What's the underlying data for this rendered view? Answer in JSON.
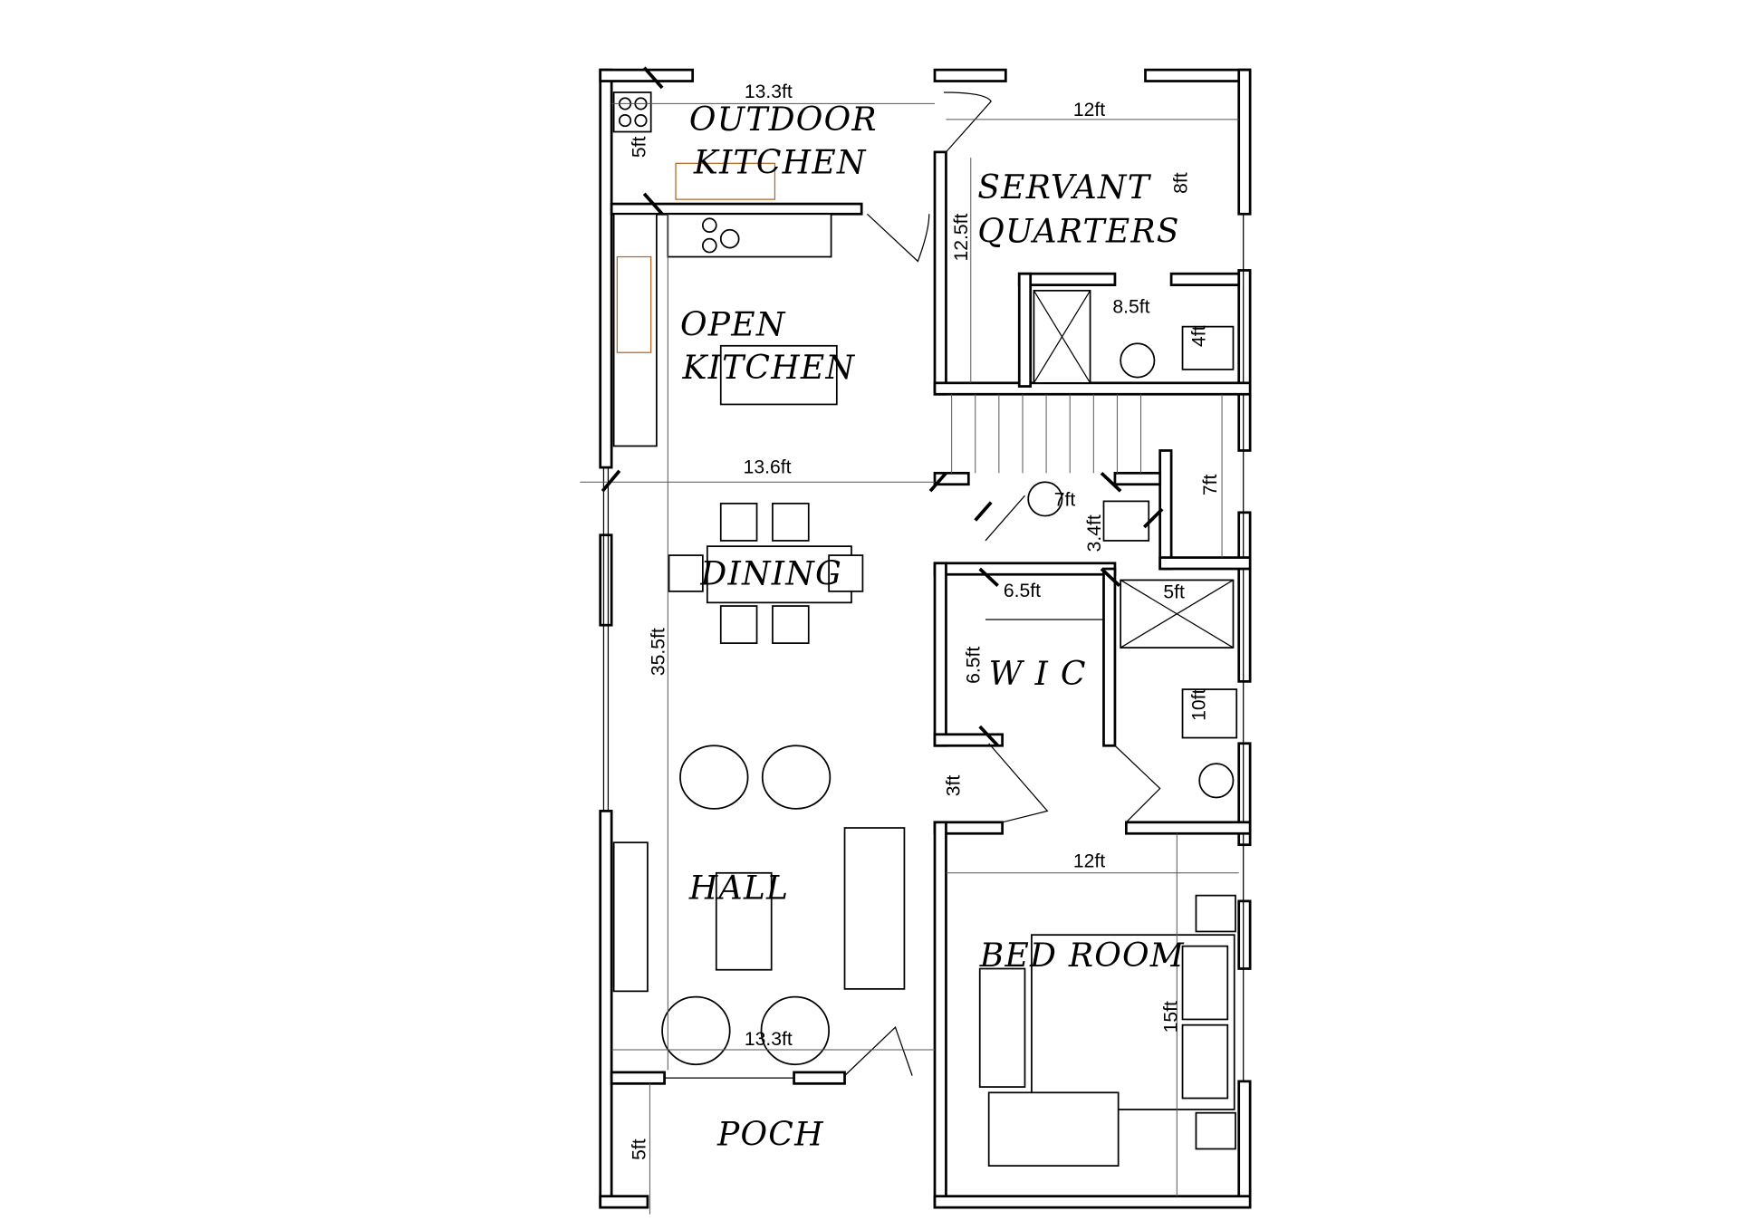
{
  "rooms": {
    "outdoor_kitchen": [
      "OUTDOOR",
      "KITCHEN"
    ],
    "servant_quarters": [
      "SERVANT",
      "QUARTERS"
    ],
    "open_kitchen": [
      "OPEN",
      "KITCHEN"
    ],
    "dining": "DINING",
    "wic": "W I C",
    "hall": "HALL",
    "bed_room": "BED ROOM",
    "poch": "POCH"
  },
  "dimensions": {
    "outdoor_kitchen_width": "13.3ft",
    "outdoor_kitchen_depth": "5ft",
    "servant_width": "12ft",
    "servant_small": "8ft",
    "servant_depth": "12.5ft",
    "servant_bath_width": "8.5ft",
    "servant_bath_depth": "4ft",
    "dining_width": "13.6ft",
    "stair_depth": "7ft",
    "powder_width": "7ft",
    "powder_depth": "3.4ft",
    "hall_length": "35.5ft",
    "wic_width": "6.5ft",
    "wic_depth": "6.5ft",
    "bath_width": "5ft",
    "bath_depth": "10ft",
    "corridor": "3ft",
    "bedroom_width": "12ft",
    "bedroom_depth": "15ft",
    "hall_width": "13.3ft",
    "poch_depth": "5ft"
  }
}
